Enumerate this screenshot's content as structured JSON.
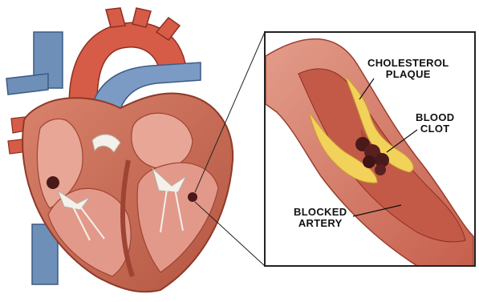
{
  "labels": {
    "cholesterol_plaque": [
      "CHOLESTEROL",
      "PLAQUE"
    ],
    "blood_clot": [
      "BLOOD",
      "CLOT"
    ],
    "blocked_artery": [
      "BLOCKED",
      "ARTERY"
    ]
  },
  "colors": {
    "muscle": "#c96a55",
    "muscle_dark": "#9e4433",
    "chamber": "#e8a696",
    "vein_blue": "#6e8fb8",
    "aorta_red": "#d65c48",
    "plaque_yellow": "#f2d25a",
    "clot": "#4a1a1a"
  }
}
